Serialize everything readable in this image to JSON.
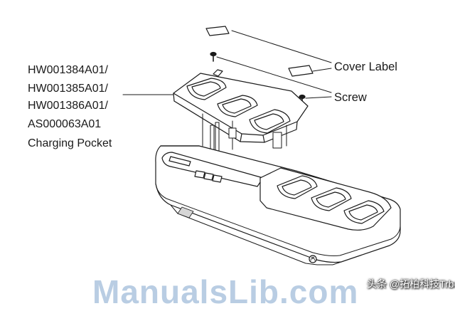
{
  "part_numbers": [
    "HW001384A01/",
    "HW001385A01/",
    "HW001386A01/",
    "AS000063A01"
  ],
  "part_name": "Charging Pocket",
  "callouts": {
    "cover_label": "Cover Label",
    "screw": "Screw"
  },
  "watermark": "头条 @拓柏科技Trbow",
  "background_logo": "ManualsLib.com",
  "colors": {
    "line": "#1a1a1a",
    "fill": "#ffffff",
    "shade": "#d6d6d6",
    "logo": "#b9cde3"
  }
}
